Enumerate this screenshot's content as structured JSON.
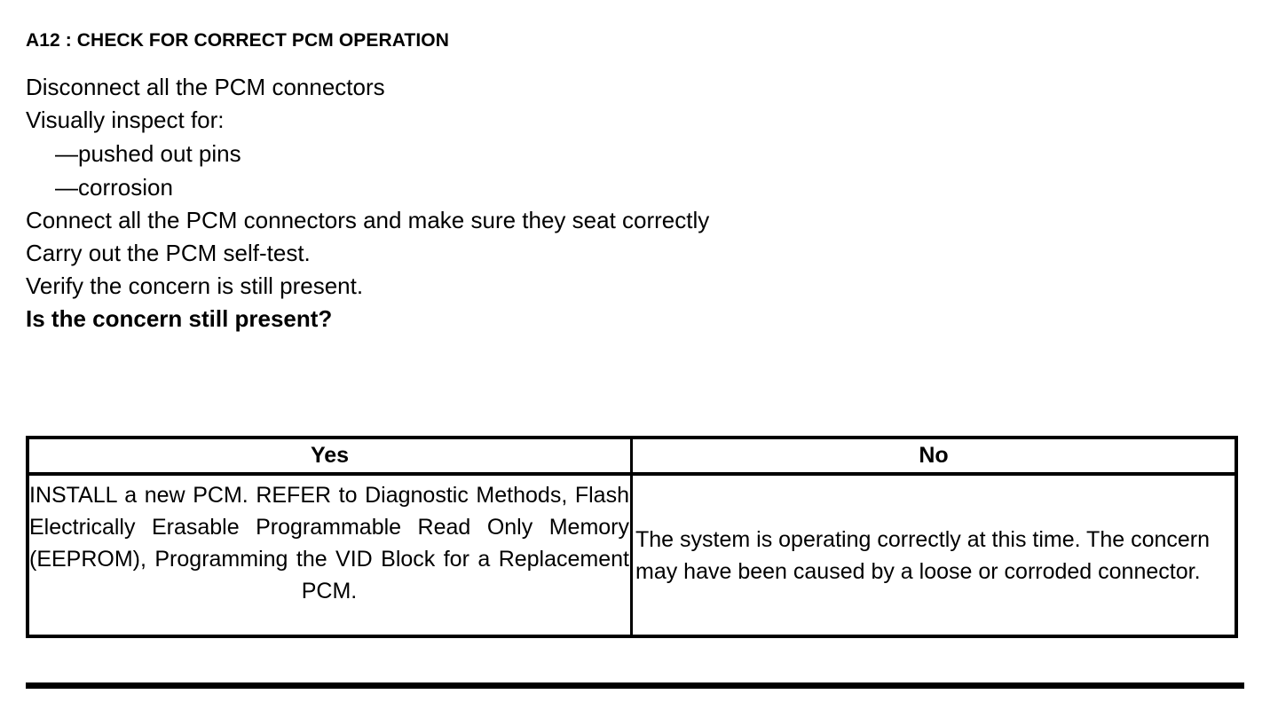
{
  "document": {
    "step_title": "A12 : CHECK FOR CORRECT PCM OPERATION",
    "instructions": [
      {
        "text": "Disconnect all the PCM connectors",
        "style": "normal"
      },
      {
        "text": "Visually inspect for:",
        "style": "normal"
      },
      {
        "text": "—pushed out pins",
        "style": "dash"
      },
      {
        "text": "—corrosion",
        "style": "dash"
      },
      {
        "text": "Connect all the PCM connectors and make sure they seat correctly",
        "style": "normal"
      },
      {
        "text": "Carry out the PCM self-test.",
        "style": "normal"
      },
      {
        "text": "Verify the concern is still present.",
        "style": "normal"
      },
      {
        "text": "Is the concern still present?",
        "style": "bold"
      }
    ],
    "decision_table": {
      "headers": [
        "Yes",
        "No"
      ],
      "cells": [
        "INSTALL a new PCM. REFER to Diagnostic Methods, Flash Electrically Erasable Programmable Read Only Memory (EEPROM), Programming the VID Block for a Replacement PCM.",
        "The system is operating correctly at this time. The concern may have been caused by a loose or corroded connector."
      ]
    },
    "colors": {
      "ink": "#000000",
      "paper": "#ffffff"
    }
  }
}
